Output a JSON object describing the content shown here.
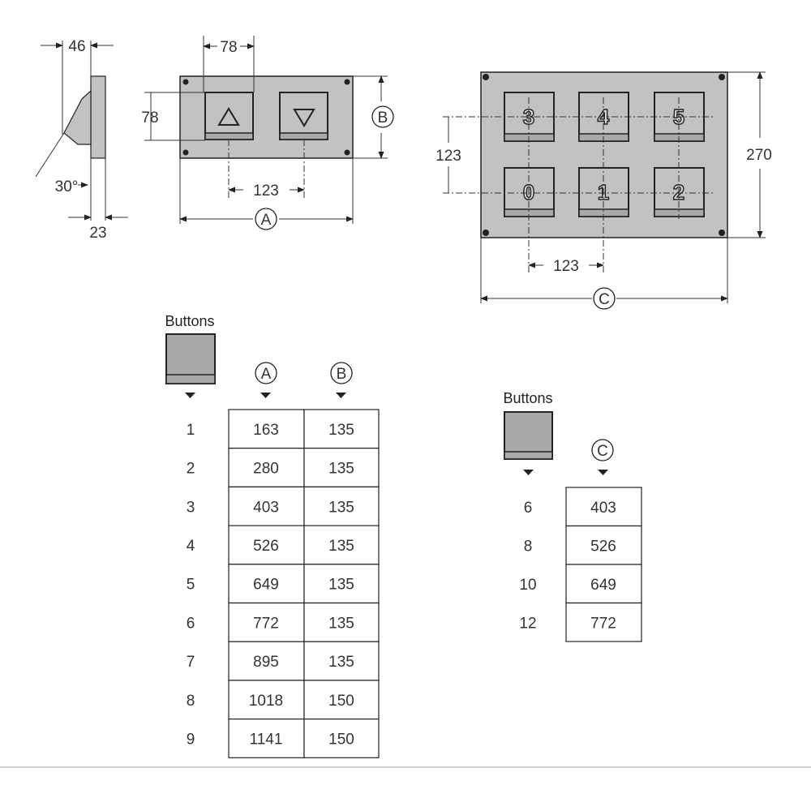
{
  "colors": {
    "plate": "#c2c2c2",
    "button_face": "#a9a9a9",
    "line": "#222222",
    "bottom_rule": "#cfcfcf"
  },
  "side_view": {
    "dim_top": "46",
    "dim_bottom": "23",
    "angle": "30°"
  },
  "two_button_panel": {
    "button_size": "78",
    "button_height": "78",
    "spacing": "123",
    "width_label": "A",
    "height_label": "B",
    "keys": [
      "up-arrow-icon",
      "down-arrow-icon"
    ]
  },
  "six_button_panel": {
    "height": "270",
    "vertical_spacing": "123",
    "horizontal_spacing": "123",
    "width_label": "C",
    "top_row": [
      "3",
      "4",
      "5"
    ],
    "bottom_row": [
      "0",
      "1",
      "2"
    ]
  },
  "table_ab": {
    "buttons_label": "Buttons",
    "col_a": "A",
    "col_b": "B",
    "rows": [
      {
        "buttons": "1",
        "a": "163",
        "b": "135"
      },
      {
        "buttons": "2",
        "a": "280",
        "b": "135"
      },
      {
        "buttons": "3",
        "a": "403",
        "b": "135"
      },
      {
        "buttons": "4",
        "a": "526",
        "b": "135"
      },
      {
        "buttons": "5",
        "a": "649",
        "b": "135"
      },
      {
        "buttons": "6",
        "a": "772",
        "b": "135"
      },
      {
        "buttons": "7",
        "a": "895",
        "b": "135"
      },
      {
        "buttons": "8",
        "a": "1018",
        "b": "150"
      },
      {
        "buttons": "9",
        "a": "1141",
        "b": "150"
      }
    ]
  },
  "table_c": {
    "buttons_label": "Buttons",
    "col_c": "C",
    "rows": [
      {
        "buttons": "6",
        "c": "403"
      },
      {
        "buttons": "8",
        "c": "526"
      },
      {
        "buttons": "10",
        "c": "649"
      },
      {
        "buttons": "12",
        "c": "772"
      }
    ]
  }
}
